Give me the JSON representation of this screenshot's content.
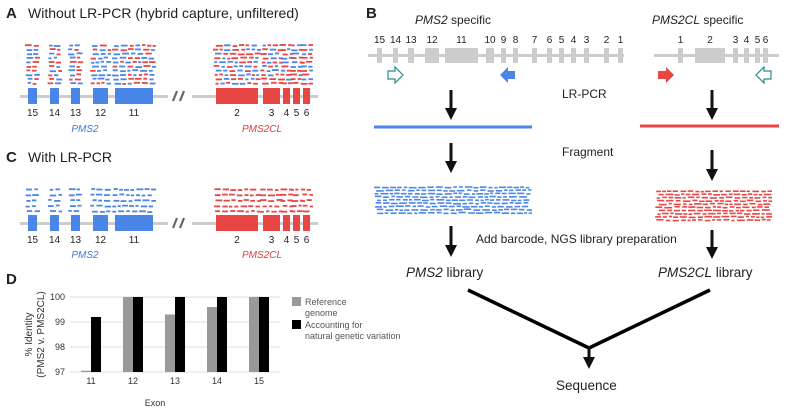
{
  "panelA": {
    "letter": "A",
    "title": "Without LR-PCR (hybrid capture, unfiltered)"
  },
  "panelB": {
    "letter": "B",
    "pms2_label": {
      "gene": "PMS2",
      "suffix": " specific"
    },
    "pms2cl_label": {
      "gene": "PMS2CL",
      "suffix": " specific"
    },
    "pms2_exons": [
      "15",
      "14",
      "13",
      "12",
      "11",
      "10",
      "9",
      "8",
      "7",
      "6",
      "5",
      "4",
      "3",
      "2",
      "1"
    ],
    "pms2cl_exons": [
      "1",
      "2",
      "3",
      "4",
      "5",
      "6"
    ],
    "steps": {
      "lrpcr": "LR-PCR",
      "fragment": "Fragment",
      "barcode": "Add barcode, NGS library preparation",
      "sequence": "Sequence"
    },
    "lib_left": {
      "gene": "PMS2",
      "suffix": " library"
    },
    "lib_right": {
      "gene": "PMS2CL",
      "suffix": " library"
    }
  },
  "panelC": {
    "letter": "C",
    "title": "With LR-PCR"
  },
  "gene_track": {
    "left_exons": [
      "15",
      "14",
      "13",
      "12",
      "11"
    ],
    "right_exons": [
      "2",
      "3",
      "4",
      "5",
      "6"
    ],
    "left_gene": "PMS2",
    "right_gene": "PMS2CL"
  },
  "panelD": {
    "letter": "D"
  },
  "colors": {
    "blue": "#4a86e8",
    "red": "#e84545",
    "gray": "#cccccc",
    "ref_bar": "#999999",
    "var_bar": "#000000"
  },
  "chart_data": {
    "type": "bar",
    "categories": [
      "11",
      "12",
      "13",
      "14",
      "15"
    ],
    "series": [
      {
        "name": "Reference genome",
        "values": [
          97.05,
          100,
          99.3,
          99.6,
          100
        ]
      },
      {
        "name": "Accounting for natural genetic variation",
        "values": [
          99.2,
          100,
          100,
          100,
          100
        ]
      }
    ],
    "xlabel": "Exon",
    "ylabel_lines": [
      "% Identity",
      "(PMS2 v. PMS2CL)"
    ],
    "ylim": [
      97,
      100
    ],
    "yticks": [
      "97",
      "98",
      "99",
      "100"
    ],
    "legend": "right",
    "grid": true
  }
}
